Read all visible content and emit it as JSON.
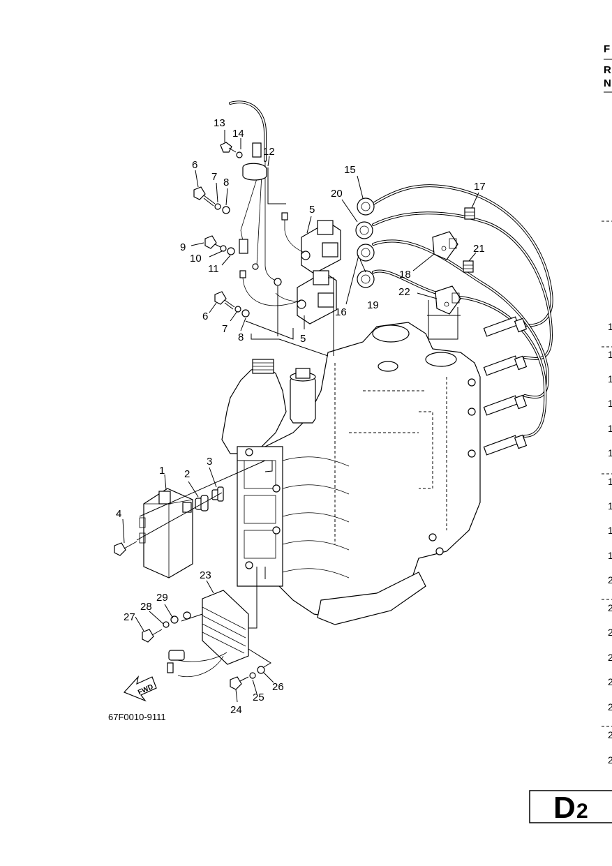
{
  "diagram": {
    "drawing_code": "67F0010-9111",
    "page_id": {
      "letter": "D",
      "number": "2"
    },
    "fwd_label": "FWD",
    "callouts": [
      "1",
      "2",
      "3",
      "4",
      "5",
      "5",
      "6",
      "6",
      "7",
      "7",
      "8",
      "8",
      "9",
      "10",
      "11",
      "12",
      "13",
      "14",
      "15",
      "16",
      "17",
      "18",
      "19",
      "20",
      "21",
      "22",
      "23",
      "24",
      "25",
      "26",
      "27",
      "28",
      "29"
    ],
    "right_edge": {
      "header": [
        "F",
        "R",
        "N"
      ],
      "row_digits": [
        "1",
        "1",
        "1",
        "1",
        "1",
        "1",
        "1",
        "1",
        "1",
        "1",
        "2",
        "2",
        "2",
        "2",
        "2",
        "2",
        "2",
        "2"
      ]
    }
  }
}
